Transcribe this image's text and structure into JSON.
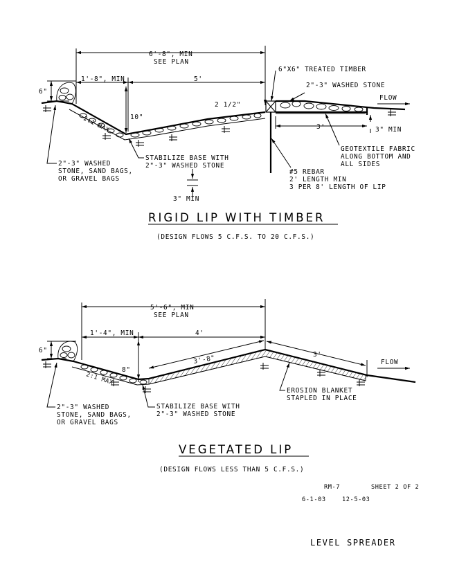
{
  "rigid_lip": {
    "title": "RIGID LIP WITH TIMBER",
    "subtitle": "(DESIGN FLOWS 5 C.F.S. TO 20 C.F.S.)",
    "dim_overall": "6'-8\", MIN",
    "see_plan": "SEE PLAN",
    "dim_left": "1'-8\", MIN",
    "dim_right": "5'",
    "dim_height_left": "6\"",
    "dim_depth": "10\"",
    "dim_rise": "2 1/2\"",
    "slope": "2:1 MAX",
    "dim_apron": "3'",
    "dim_apron_depth": "3\" MIN",
    "dim_base_depth": "3\" MIN",
    "callout_timber": "6\"X6\" TREATED TIMBER",
    "callout_washed_stone": "2\"-3\" WASHED STONE",
    "flow": "FLOW",
    "callout_geotextile": [
      "GEOTEXTILE FABRIC",
      "ALONG BOTTOM AND",
      "ALL SIDES"
    ],
    "callout_rebar": [
      "#5 REBAR",
      "2' LENGTH MIN",
      "3 PER 8' LENGTH OF LIP"
    ],
    "callout_stabilize": [
      "STABILIZE BASE WITH",
      "2\"-3\" WASHED STONE"
    ],
    "callout_stone_bags": [
      "2\"-3\" WASHED",
      "STONE, SAND BAGS,",
      "OR GRAVEL BAGS"
    ]
  },
  "vegetated_lip": {
    "title": "VEGETATED LIP",
    "subtitle": "(DESIGN FLOWS LESS THAN 5 C.F.S.)",
    "dim_overall": "5'-6\", MIN",
    "see_plan": "SEE PLAN",
    "dim_left": "1'-4\", MIN",
    "dim_right": "4'",
    "dim_height_left": "6\"",
    "dim_depth": "8\"",
    "slope": "2:1 MAX",
    "dim_slope_len": "3'-8\"",
    "dim_tail": "3'",
    "flow": "FLOW",
    "callout_erosion": [
      "EROSION BLANKET",
      "STAPLED IN PLACE"
    ],
    "callout_stabilize": [
      "STABILIZE BASE WITH",
      "2\"-3\" WASHED STONE"
    ],
    "callout_stone_bags": [
      "2\"-3\" WASHED",
      "STONE, SAND BAGS,",
      "OR GRAVEL BAGS"
    ]
  },
  "title_block": {
    "code": "RM-7",
    "sheet": "SHEET 2 OF 2",
    "date_1": "6-1-03",
    "date_2": "12-5-03",
    "drawing_title": "LEVEL SPREADER"
  }
}
